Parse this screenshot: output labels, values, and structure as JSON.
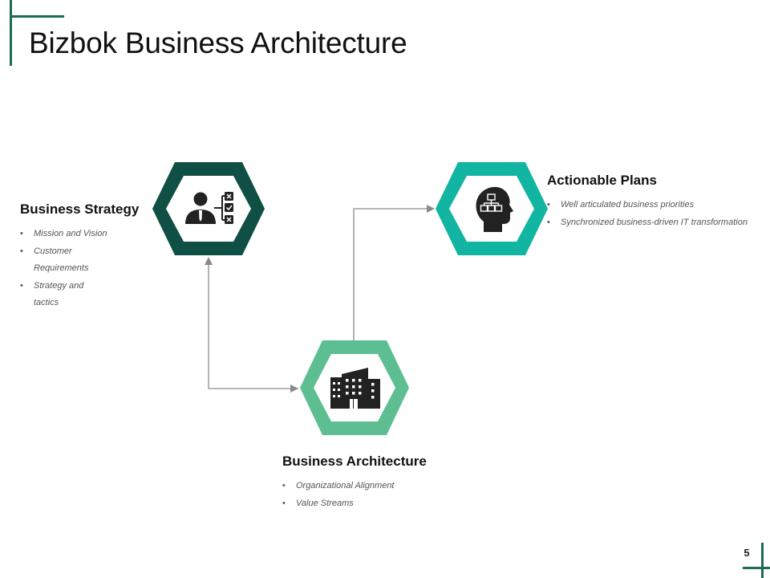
{
  "colors": {
    "accent": "#1e6b55",
    "dark_teal": "#0f4f44",
    "teal": "#12b5a2",
    "green": "#5dbf91",
    "arrow": "#8a8a8a",
    "icon": "#222222"
  },
  "title": "Bizbok Business Architecture",
  "page_number": "5",
  "nodes": {
    "strategy": {
      "heading": "Business Strategy",
      "icon": "person-checklist-icon",
      "bullets": [
        "Mission and Vision",
        "Customer Requirements",
        "Strategy and tactics"
      ]
    },
    "plans": {
      "heading": "Actionable Plans",
      "icon": "head-hierarchy-icon",
      "bullets": [
        "Well articulated business priorities",
        "Synchronized business-driven IT transformation"
      ]
    },
    "architecture": {
      "heading": "Business Architecture",
      "icon": "buildings-icon",
      "bullets": [
        "Organizational Alignment",
        "Value Streams"
      ]
    }
  }
}
